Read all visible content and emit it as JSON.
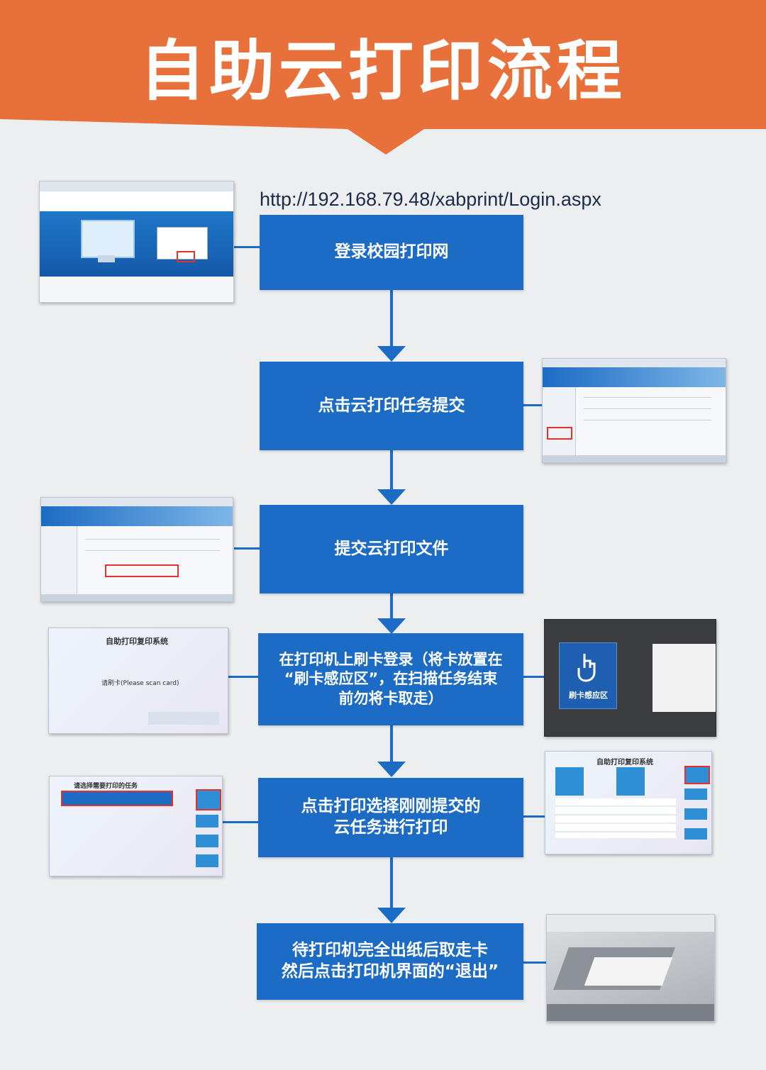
{
  "title": "自助云打印流程",
  "url": "http://192.168.79.48/xabprint/Login.aspx",
  "steps": [
    {
      "text": "登录校园打印网"
    },
    {
      "text": "点击云打印任务提交"
    },
    {
      "text": "提交云打印文件"
    },
    {
      "text": "在打印机上刷卡登录（将卡放置在\n“刷卡感应区”，在扫描任务结束\n前勿将卡取走）"
    },
    {
      "text": "点击打印选择刚刚提交的\n云任务进行打印"
    },
    {
      "text": "待打印机完全出纸后取走卡\n然后点击打印机界面的“退出”"
    }
  ],
  "thumbnails": {
    "kiosk_login_title": "自助打印复印系统",
    "kiosk_scan_prompt": "请刷卡(Please scan card)",
    "card_reader_label": "刷卡感应区",
    "task_select_title": "请选择需要打印的任务",
    "kiosk_print_title": "自助打印复印系统"
  },
  "colors": {
    "banner": "#e8703a",
    "step_box": "#1c6bc4",
    "background": "#eceef0"
  }
}
